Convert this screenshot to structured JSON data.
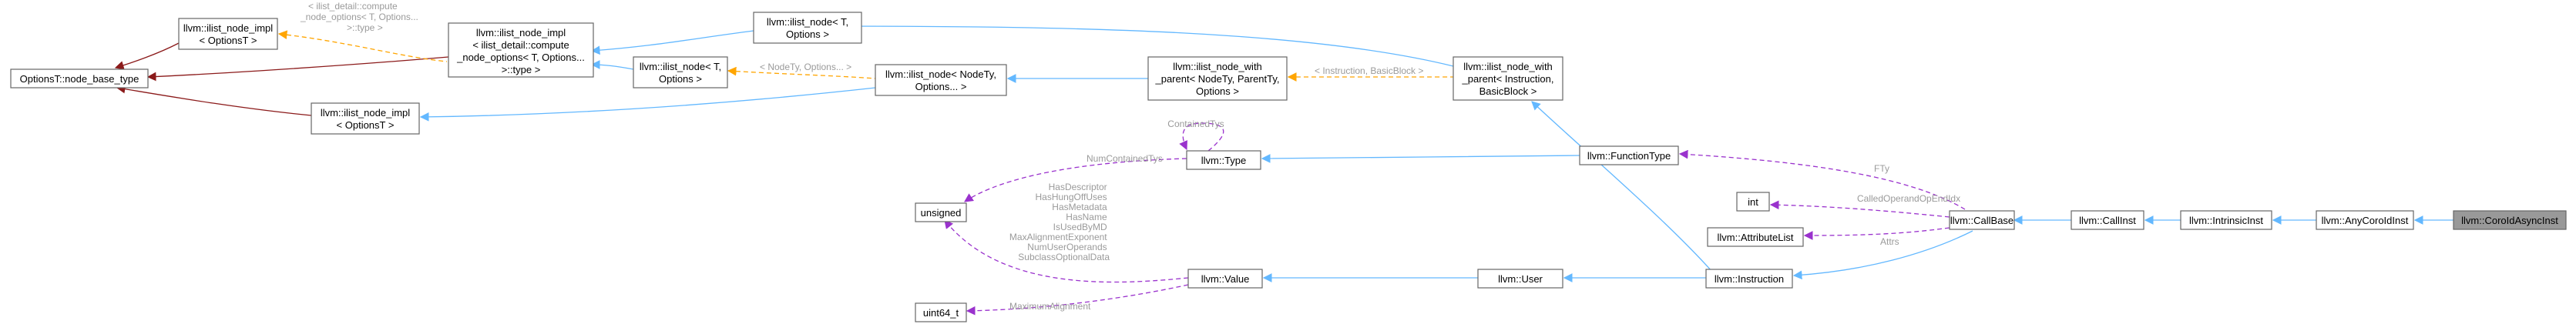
{
  "colors": {
    "inheritance": "#63b8ff",
    "template": "#ffa500",
    "usage": "#9a32cd",
    "friend": "#8b1a1a",
    "node_border": "#666666",
    "focus_fill": "#999999",
    "label": "#9a9a9a"
  },
  "nodes": {
    "options_base": {
      "lines": [
        "OptionsT::node_base_type"
      ]
    },
    "impl_a": {
      "lines": [
        "llvm::ilist_node_impl",
        "< OptionsT >"
      ]
    },
    "impl_detail": {
      "lines": [
        "llvm::ilist_node_impl",
        "< ilist_detail::compute",
        "_node_options< T, Options...",
        ">::type >"
      ]
    },
    "impl_b": {
      "lines": [
        "llvm::ilist_node_impl",
        "< OptionsT >"
      ]
    },
    "node_t_a": {
      "lines": [
        "llvm::ilist_node< T,",
        "Options >"
      ]
    },
    "node_t_b": {
      "lines": [
        "llvm::ilist_node< T,",
        "Options >"
      ]
    },
    "node_nodety": {
      "lines": [
        "llvm::ilist_node< NodeTy,",
        "Options... >"
      ]
    },
    "with_parent_generic": {
      "lines": [
        "llvm::ilist_node_with",
        "_parent< NodeTy, ParentTy,",
        "Options >"
      ]
    },
    "with_parent_inst": {
      "lines": [
        "llvm::ilist_node_with",
        "_parent< Instruction,",
        "BasicBlock >"
      ]
    },
    "unsigned": {
      "lines": [
        "unsigned"
      ]
    },
    "uint64": {
      "lines": [
        "uint64_t"
      ]
    },
    "type": {
      "lines": [
        "llvm::Type"
      ]
    },
    "value": {
      "lines": [
        "llvm::Value"
      ]
    },
    "user": {
      "lines": [
        "llvm::User"
      ]
    },
    "function_type": {
      "lines": [
        "llvm::FunctionType"
      ]
    },
    "int": {
      "lines": [
        "int"
      ]
    },
    "attribute_list": {
      "lines": [
        "llvm::AttributeList"
      ]
    },
    "instruction": {
      "lines": [
        "llvm::Instruction"
      ]
    },
    "call_base": {
      "lines": [
        "llvm::CallBase"
      ]
    },
    "call_inst": {
      "lines": [
        "llvm::CallInst"
      ]
    },
    "intrinsic_inst": {
      "lines": [
        "llvm::IntrinsicInst"
      ]
    },
    "any_coro_id": {
      "lines": [
        "llvm::AnyCoroIdInst"
      ]
    },
    "coro_id_async": {
      "lines": [
        "llvm::CoroIdAsyncInst"
      ]
    }
  },
  "edge_labels": {
    "impl_detail_template": [
      "< ilist_detail::compute",
      "_node_options< T, Options...",
      ">::type >"
    ],
    "node_nodety_template": [
      "< NodeTy, Options... >"
    ],
    "with_parent_template": [
      "< Instruction, BasicBlock >"
    ],
    "contained_tys": [
      "ContainedTys"
    ],
    "num_contained_tys": [
      "NumContainedTys"
    ],
    "value_to_unsigned": [
      "HasDescriptor",
      "HasHungOffUses",
      "HasMetadata",
      "HasName",
      "IsUsedByMD",
      "MaxAlignmentExponent",
      "NumUserOperands",
      "SubclassOptionalData"
    ],
    "maximum_alignment": [
      "MaximumAlignment"
    ],
    "f_ty": [
      "FTy"
    ],
    "called_operand": [
      "CalledOperandOpEndIdx"
    ],
    "attrs": [
      "Attrs"
    ]
  }
}
